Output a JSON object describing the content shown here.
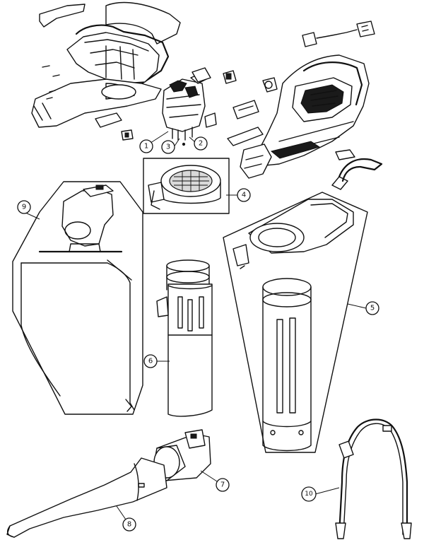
{
  "diagram": {
    "type": "exploded-parts-diagram",
    "part_labels": [
      "1",
      "2",
      "3",
      "4",
      "5",
      "6",
      "7",
      "8",
      "9",
      "10"
    ]
  }
}
